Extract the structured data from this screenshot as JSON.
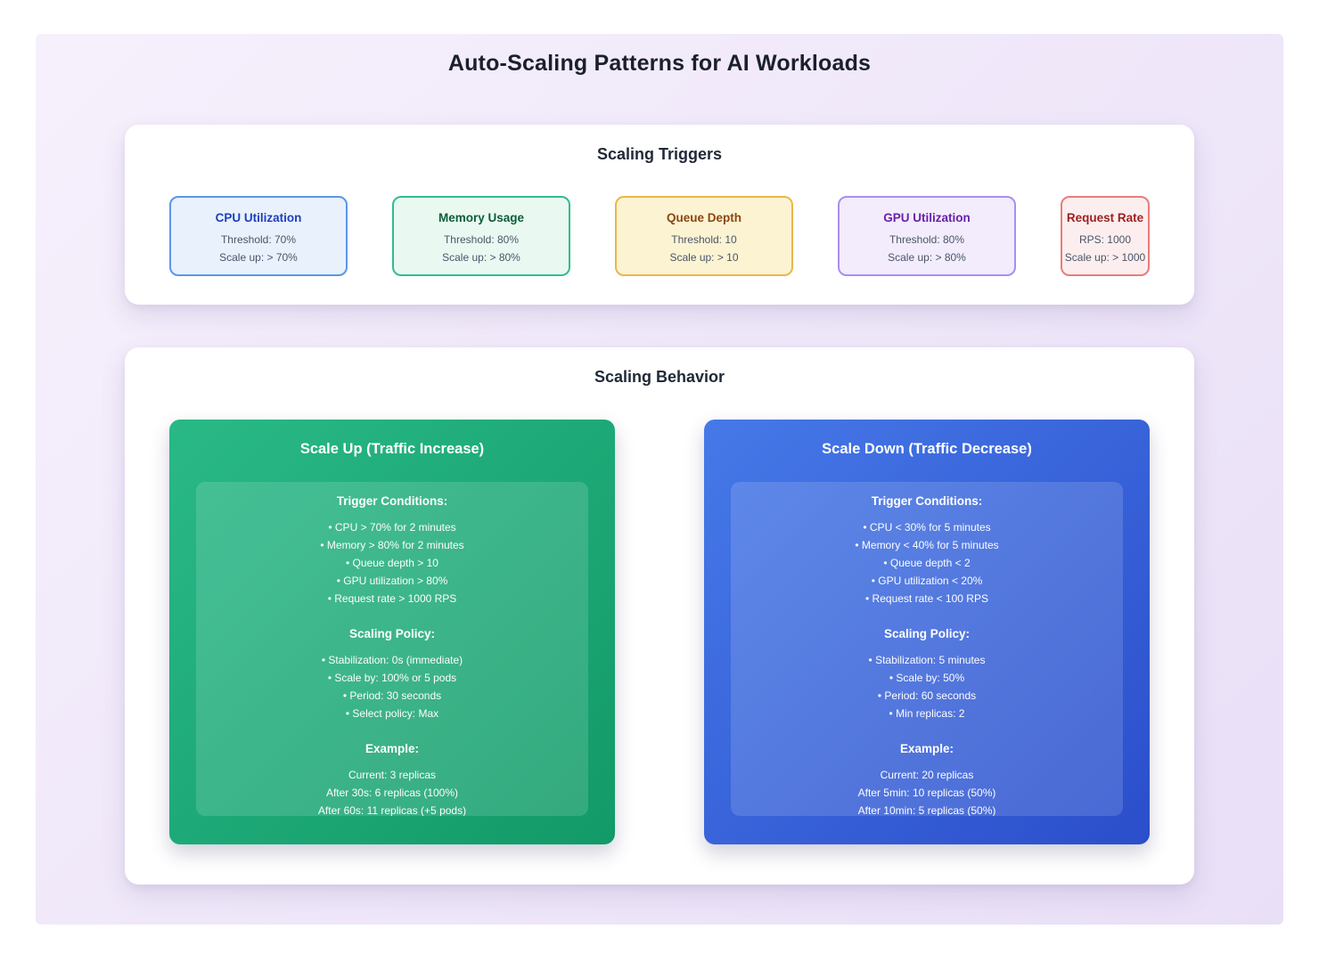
{
  "page": {
    "title": "Auto-Scaling Patterns for AI Workloads"
  },
  "colors": {
    "page_margin": "#ffffff",
    "canvas_background": "#f0e9f9",
    "card_background": "#ffffff",
    "heading_text": "#1a202c",
    "trigger_body_text": "#4a5568",
    "panel_text": "#ffffff"
  },
  "triggers": {
    "heading": "Scaling Triggers",
    "cards": [
      {
        "id": "cpu",
        "title": "CPU Utilization",
        "lines": [
          "Threshold: 70%",
          "Scale up: > 70%"
        ],
        "accent": "#5b96e8",
        "background": "#e9f1fd",
        "title_color": "#1d3fba"
      },
      {
        "id": "memory",
        "title": "Memory Usage",
        "lines": [
          "Threshold: 80%",
          "Scale up: > 80%"
        ],
        "accent": "#2fbd8f",
        "background": "#e9f9f1",
        "title_color": "#0d5c3a"
      },
      {
        "id": "queue",
        "title": "Queue Depth",
        "lines": [
          "Threshold: 10",
          "Scale up: > 10"
        ],
        "accent": "#eab64a",
        "background": "#fcf3d2",
        "title_color": "#8a4512"
      },
      {
        "id": "gpu",
        "title": "GPU Utilization",
        "lines": [
          "Threshold: 80%",
          "Scale up: > 80%"
        ],
        "accent": "#a98ef0",
        "background": "#f2ecfd",
        "title_color": "#6a1fa8"
      },
      {
        "id": "request",
        "title": "Request Rate",
        "lines": [
          "RPS: 1000",
          "Scale up: > 1000"
        ],
        "accent": "#e87c7c",
        "background": "#fceeee",
        "title_color": "#9c1f1f"
      }
    ]
  },
  "behavior": {
    "heading": "Scaling Behavior",
    "panels": [
      {
        "id": "scale-up",
        "title": "Scale Up (Traffic Increase)",
        "gradient": [
          "#29b987",
          "#129a68"
        ],
        "sections": [
          {
            "heading": "Trigger Conditions:",
            "items": [
              "• CPU > 70% for 2 minutes",
              "• Memory > 80% for 2 minutes",
              "• Queue depth > 10",
              "• GPU utilization > 80%",
              "• Request rate > 1000 RPS"
            ]
          },
          {
            "heading": "Scaling Policy:",
            "items": [
              "• Stabilization: 0s (immediate)",
              "• Scale by: 100% or 5 pods",
              "• Period: 30 seconds",
              "• Select policy: Max"
            ]
          },
          {
            "heading": "Example:",
            "items": [
              "Current: 3 replicas",
              "After 30s: 6 replicas (100%)",
              "After 60s: 11 replicas (+5 pods)"
            ]
          }
        ]
      },
      {
        "id": "scale-down",
        "title": "Scale Down (Traffic Decrease)",
        "gradient": [
          "#4679e8",
          "#2b4ecb"
        ],
        "sections": [
          {
            "heading": "Trigger Conditions:",
            "items": [
              "• CPU < 30% for 5 minutes",
              "• Memory < 40% for 5 minutes",
              "• Queue depth < 2",
              "• GPU utilization < 20%",
              "• Request rate < 100 RPS"
            ]
          },
          {
            "heading": "Scaling Policy:",
            "items": [
              "• Stabilization: 5 minutes",
              "• Scale by: 50%",
              "• Period: 60 seconds",
              "• Min replicas: 2"
            ]
          },
          {
            "heading": "Example:",
            "items": [
              "Current: 20 replicas",
              "After 5min: 10 replicas (50%)",
              "After 10min: 5 replicas (50%)"
            ]
          }
        ]
      }
    ]
  }
}
